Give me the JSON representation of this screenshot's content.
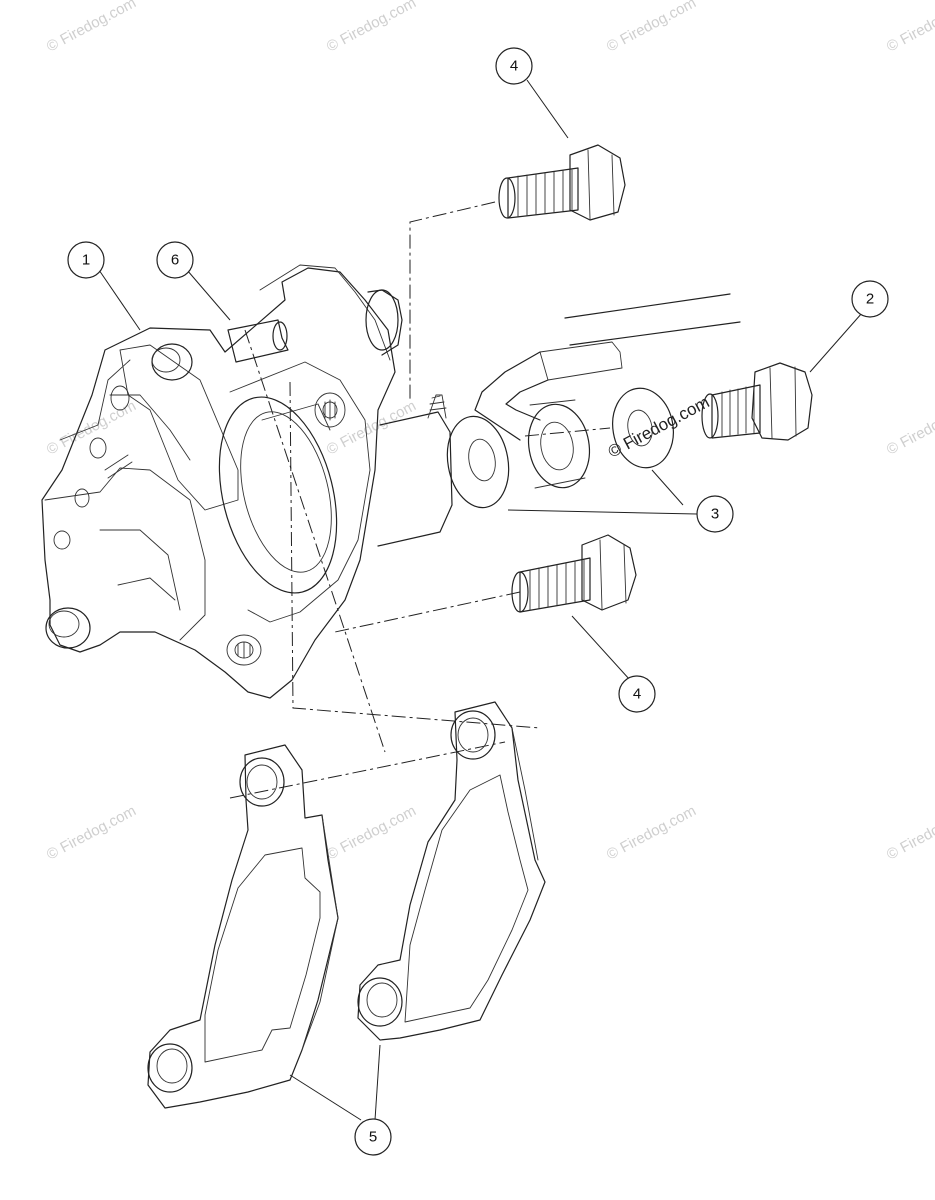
{
  "watermarks": {
    "text": "© Firedog.com",
    "prominent": "© Firedog.com"
  },
  "callouts": {
    "c1": "1",
    "c2": "2",
    "c3": "3",
    "c4_top": "4",
    "c4_bottom": "4",
    "c5": "5",
    "c6": "6"
  }
}
